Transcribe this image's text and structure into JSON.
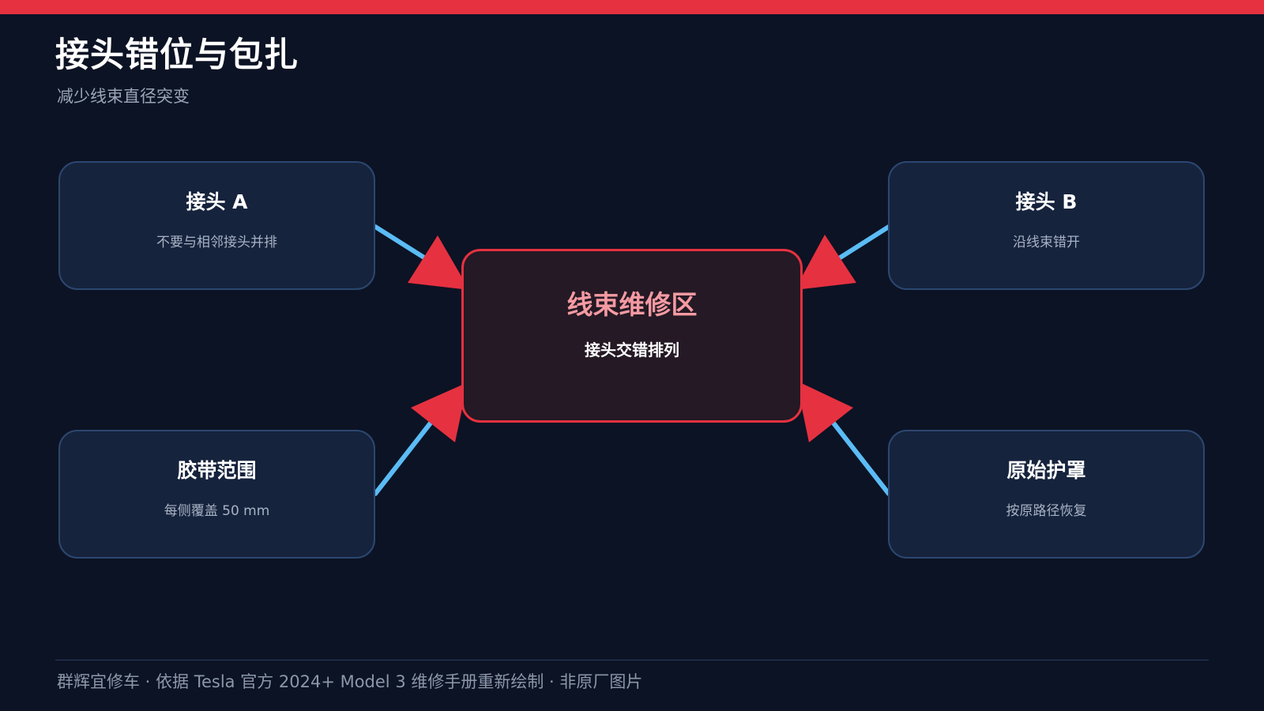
{
  "header": {
    "title": "接头错位与包扎",
    "subtitle": "减少线束直径突变"
  },
  "hub": {
    "title": "线束维修区",
    "description": "接头交错排列"
  },
  "cards": [
    {
      "title": "接头 A",
      "description": "不要与相邻接头并排"
    },
    {
      "title": "接头 B",
      "description": "沿线束错开"
    },
    {
      "title": "胶带范围",
      "description": "每侧覆盖 50 mm"
    },
    {
      "title": "原始护罩",
      "description": "按原路径恢复"
    }
  ],
  "footer": {
    "text": "群辉宜修车 · 依据 Tesla 官方 2024+ Model 3 维修手册重新绘制 · 非原厂图片"
  },
  "colors": {
    "background": "#0c1324",
    "accent": "#e63140",
    "connector": "#5bbcf5",
    "card_fill": "#16233d",
    "card_border": "#2c4770",
    "hub_fill": "#241924",
    "hub_title": "#f59aa2"
  }
}
